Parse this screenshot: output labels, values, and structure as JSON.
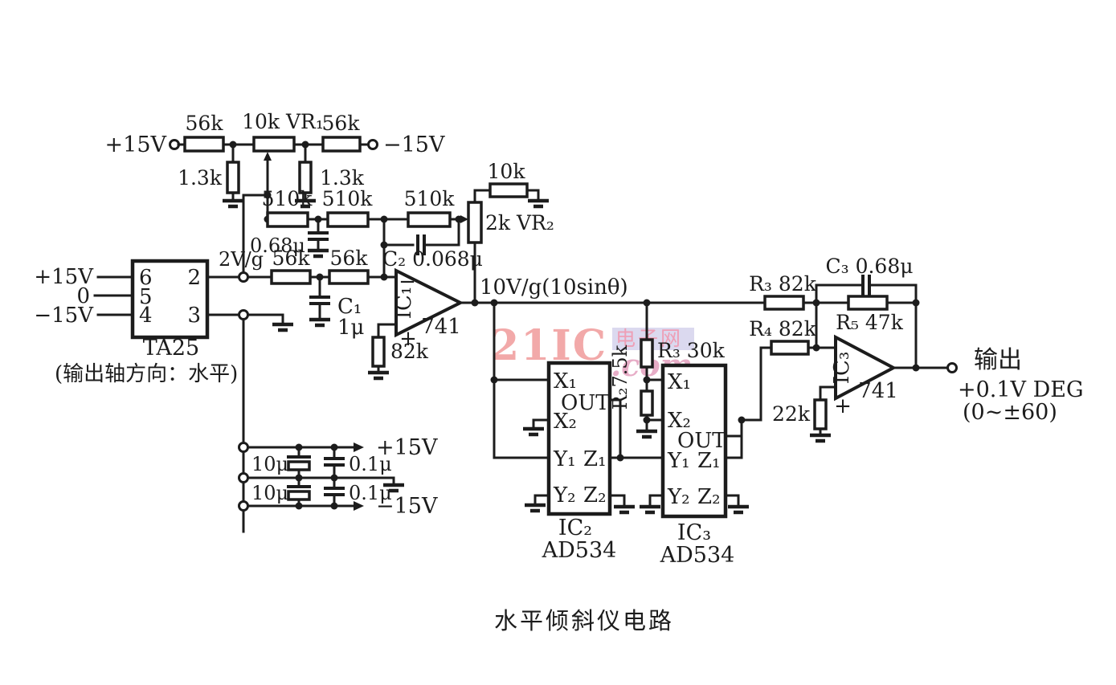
{
  "title": "水平倾斜仪电路",
  "watermark": {
    "brand": "21IC",
    "site": "电子网",
    "dotcom": ".com"
  },
  "colors": {
    "ink": "#1c1c1c",
    "paper": "#ffffff",
    "wm_brand": "#f2a9a9",
    "wm_site_bg": "#dbd9ef",
    "wm_site_text": "#ee9fb6",
    "wm_dotcom": "#e7adc7"
  },
  "offset_network": {
    "vplus": "+15V",
    "r56_left": "56k",
    "vr1": "10k VR₁",
    "r56_right": "56k",
    "vminus": "−15V",
    "r13_left": "1.3k",
    "r13_right": "1.3k"
  },
  "integrator": {
    "r510_1": "510k",
    "r510_2": "510k",
    "r510_3": "510k",
    "c_gnd": "0.68μ",
    "c2": "C₂ 0.068μ",
    "r10k": "10k",
    "vr2": "2k VR₂"
  },
  "sensor": {
    "name": "TA25",
    "pin6": "6",
    "pin5": "5",
    "pin4": "4",
    "pin2": "2",
    "pin3": "3",
    "vplus": "+15V",
    "vzero": "0",
    "vminus": "−15V",
    "signal": "2V/g",
    "note": "(输出轴方向：水平)"
  },
  "input_net": {
    "r56_1": "56k",
    "r56_2": "56k",
    "c1": "C₁",
    "c1_val": "1μ"
  },
  "amp1": {
    "name": "IC₁",
    "part": "741",
    "minus": "−",
    "plus": "+",
    "r_gnd": "82k",
    "out": "10V/g(10sinθ)"
  },
  "squarer": {
    "r2_vert": "R₂7.5k",
    "r3_30k": "R₃ 30k",
    "m1": {
      "x1": "X₁",
      "out": "OUT",
      "x2": "X₂",
      "y1": "Y₁",
      "z1": "Z₁",
      "y2": "Y₂",
      "z2": "Z₂",
      "name": "IC₂",
      "part": "AD534"
    },
    "m2": {
      "x1": "X₁",
      "x2": "X₂",
      "out": "OUT",
      "y1": "Y₁",
      "z1": "Z₁",
      "y2": "Y₂",
      "z2": "Z₂",
      "name": "IC₃",
      "part": "AD534"
    }
  },
  "amp2": {
    "r3": "R₃ 82k",
    "r4": "R₄ 82k",
    "c3": "C₃ 0.68μ",
    "r5": "R₅ 47k",
    "name": "IC₃",
    "part": "741",
    "minus": "−",
    "plus": "+",
    "r_gnd": "22k",
    "out_cn": "输出",
    "out_scale": "+0.1V DEG",
    "out_range": "(0~±60)"
  },
  "psu": {
    "c10_top": "10μ",
    "c10_bot": "10μ",
    "c01_top": "0.1μ",
    "c01_bot": "0.1μ",
    "vplus": "+15V",
    "vminus": "−15V"
  }
}
